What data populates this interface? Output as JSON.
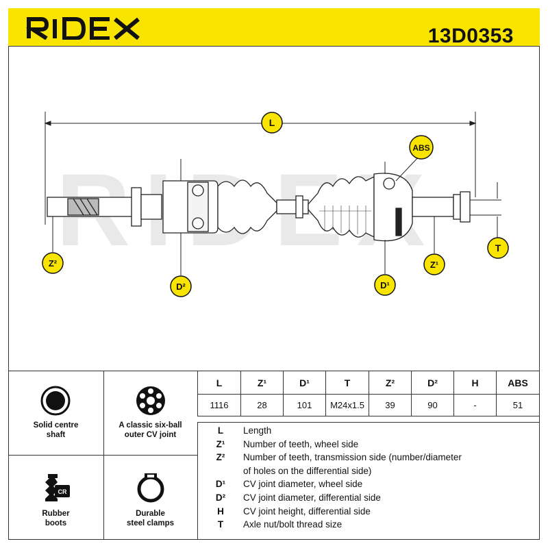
{
  "brand": "RIDEX",
  "part_number": "13D0353",
  "drawing": {
    "watermark": "RIDEX",
    "labels": {
      "L": "L",
      "abs": "ABS",
      "z2": "Z²",
      "d2": "D²",
      "d1": "D¹",
      "z1": "Z¹",
      "t": "T"
    }
  },
  "features": [
    {
      "label_line1": "Solid centre",
      "label_line2": "shaft",
      "icon": "solid-shaft-icon"
    },
    {
      "label_line1": "A classic six-ball",
      "label_line2": "outer CV joint",
      "icon": "six-ball-joint-icon"
    },
    {
      "label_line1": "Rubber",
      "label_line2": "boots",
      "icon": "rubber-boot-icon",
      "badge": "CR"
    },
    {
      "label_line1": "Durable",
      "label_line2": "steel clamps",
      "icon": "steel-clamp-icon"
    }
  ],
  "specs": {
    "headers": [
      "L",
      "Z¹",
      "D¹",
      "T",
      "Z²",
      "D²",
      "H",
      "ABS"
    ],
    "values": [
      "1116",
      "28",
      "101",
      "M24x1.5",
      "39",
      "90",
      "-",
      "51"
    ]
  },
  "legend": [
    {
      "key": "L",
      "def": "Length"
    },
    {
      "key": "Z¹",
      "def": "Number of teeth, wheel side"
    },
    {
      "key": "Z²",
      "def": "Number of teeth, transmission side (number/diameter"
    },
    {
      "key": "",
      "def": "of holes on the differential side)"
    },
    {
      "key": "D¹",
      "def": "CV joint diameter, wheel side"
    },
    {
      "key": "D²",
      "def": "CV joint diameter, differential side"
    },
    {
      "key": "H",
      "def": "CV joint height, differential side"
    },
    {
      "key": "T",
      "def": "Axle nut/bolt thread size"
    }
  ],
  "colors": {
    "accent": "#f9e400",
    "ink": "#111111",
    "watermark": "#e6e6e6"
  }
}
